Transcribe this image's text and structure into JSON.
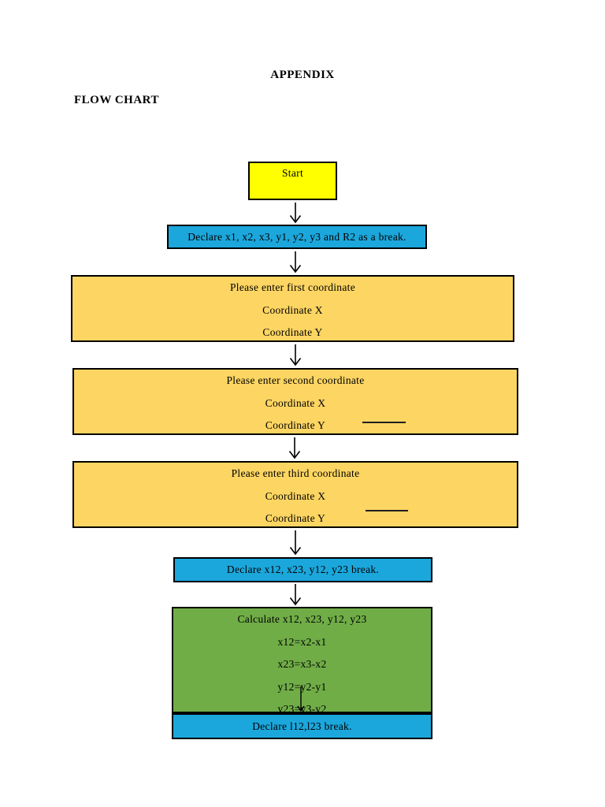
{
  "page": {
    "title": "APPENDIX",
    "heading": "FLOW CHART"
  },
  "colors": {
    "start_fill": "#FFFF00",
    "declare_fill": "#1BA7DC",
    "input_fill": "#FCD562",
    "calculate_fill": "#70AD47",
    "border": "#000000",
    "arrow": "#000000"
  },
  "nodes": {
    "start": {
      "label": "Start"
    },
    "declare_vars": {
      "label": "Declare x1, x2, x3, y1, y2, y3 and R2 as a break."
    },
    "enter_first": {
      "line1": "Please enter first coordinate",
      "line2": "Coordinate X",
      "line3": "Coordinate Y"
    },
    "enter_second": {
      "line1": "Please enter second coordinate",
      "line2": "Coordinate X",
      "line3": "Coordinate Y"
    },
    "enter_third": {
      "line1": "Please enter third coordinate",
      "line2": "Coordinate X",
      "line3": "Coordinate Y"
    },
    "declare_breaks": {
      "label": "Declare x12, x23, y12, y23 break."
    },
    "calculate": {
      "title": "Calculate x12, x23, y12, y23",
      "eq1": "x12=x2-x1",
      "eq2": "x23=x3-x2",
      "eq3": "y12=y2-y1",
      "eq4": "y23=y3-y2"
    },
    "declare_lengths": {
      "label": "Declare l12,l23 break."
    }
  }
}
